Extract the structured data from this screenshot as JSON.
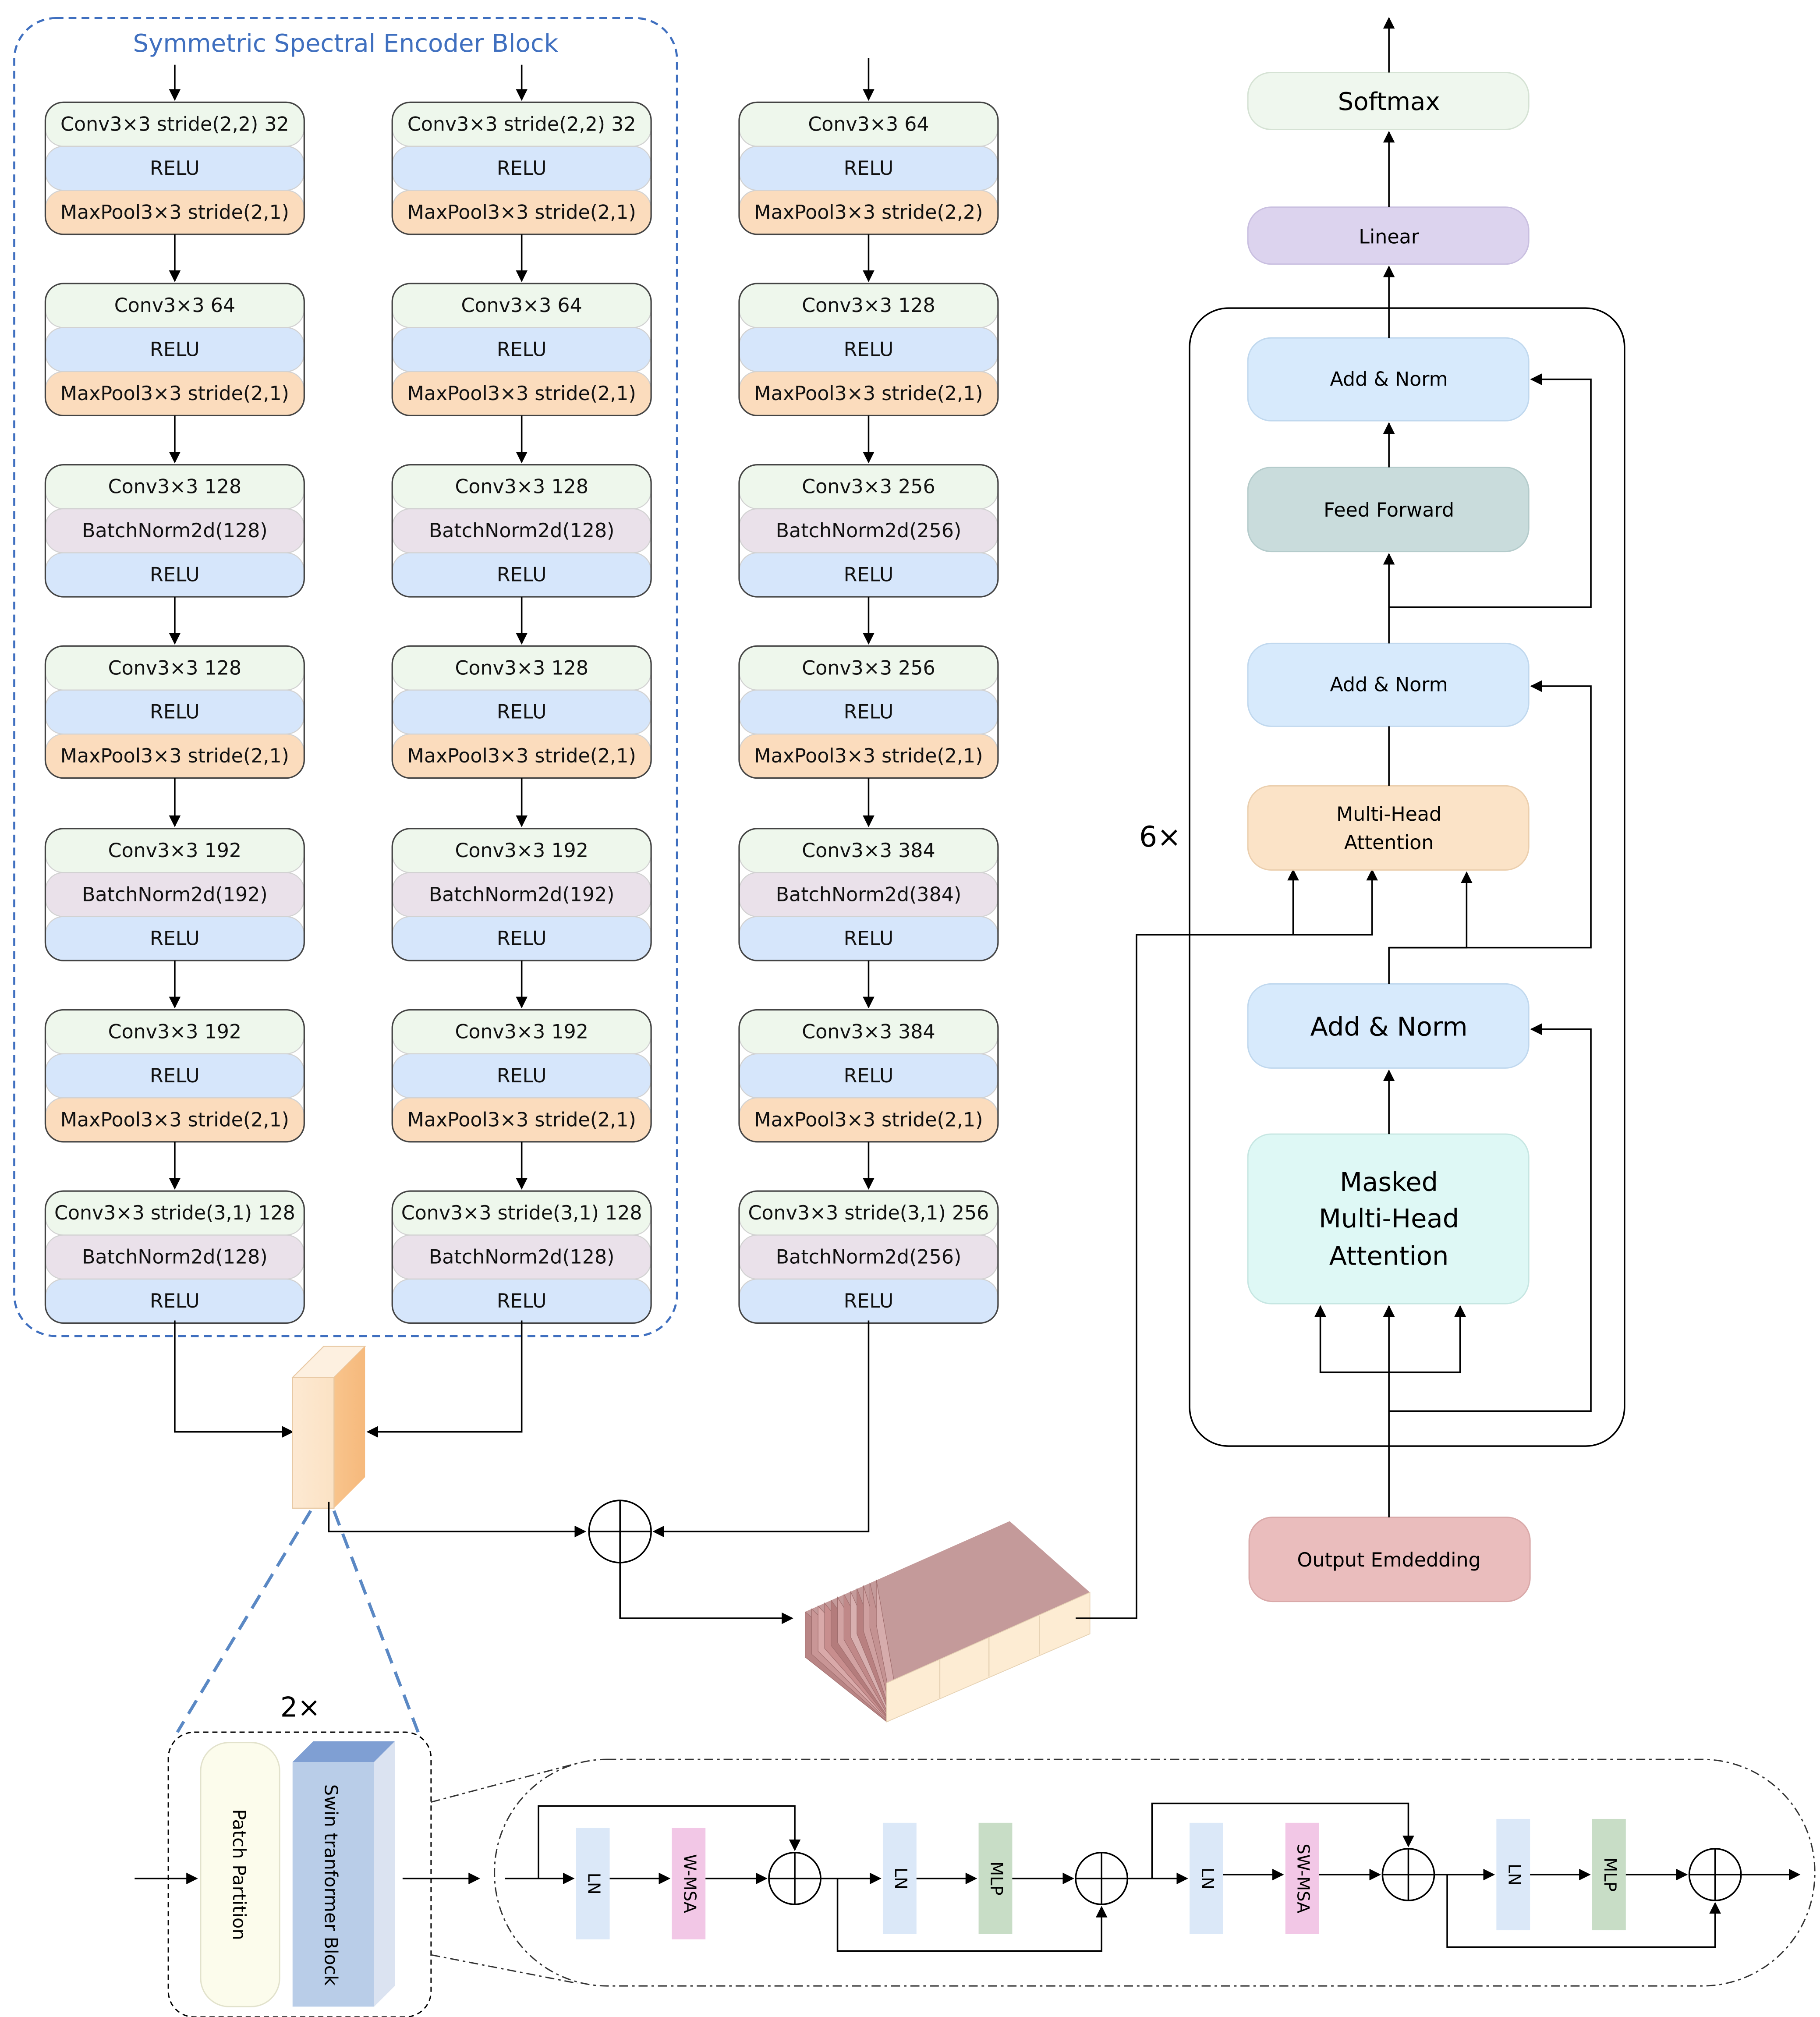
{
  "title": "Symmetric Spectral Encoder Block",
  "colors": {
    "conv": "#eef7ec",
    "relu": "#d6e6fb",
    "maxpool": "#fbdcbd",
    "batchnorm": "#eae1ea",
    "dashed_blue": "#3f6fbf",
    "softmax": "#eff7ee",
    "linear": "#dcd3ee",
    "add_norm": "#d7eafc",
    "feed_forward": "#c9dcdc",
    "mha": "#fbe3c7",
    "masked_mha": "#def8f5",
    "output_embedding": "#eabdbd",
    "ln": "#dbe8f8",
    "wmsa": "#f2c7e6",
    "mlp": "#c8ddc6",
    "patch": "#fcfcec",
    "swin": "#b9cde8"
  },
  "columns": [
    [
      [
        "Conv3×3 stride(2,2) 32",
        "RELU",
        "MaxPool3×3 stride(2,1)"
      ],
      [
        "Conv3×3 64",
        "RELU",
        "MaxPool3×3 stride(2,1)"
      ],
      [
        "Conv3×3 128",
        "BatchNorm2d(128)",
        "RELU"
      ],
      [
        "Conv3×3 128",
        "RELU",
        "MaxPool3×3 stride(2,1)"
      ],
      [
        "Conv3×3 192",
        "BatchNorm2d(192)",
        "RELU"
      ],
      [
        "Conv3×3 192",
        "RELU",
        "MaxPool3×3 stride(2,1)"
      ],
      [
        "Conv3×3 stride(3,1) 128",
        "BatchNorm2d(128)",
        "RELU"
      ]
    ],
    [
      [
        "Conv3×3 stride(2,2) 32",
        "RELU",
        "MaxPool3×3 stride(2,1)"
      ],
      [
        "Conv3×3 64",
        "RELU",
        "MaxPool3×3 stride(2,1)"
      ],
      [
        "Conv3×3 128",
        "BatchNorm2d(128)",
        "RELU"
      ],
      [
        "Conv3×3 128",
        "RELU",
        "MaxPool3×3 stride(2,1)"
      ],
      [
        "Conv3×3 192",
        "BatchNorm2d(192)",
        "RELU"
      ],
      [
        "Conv3×3 192",
        "RELU",
        "MaxPool3×3 stride(2,1)"
      ],
      [
        "Conv3×3 stride(3,1) 128",
        "BatchNorm2d(128)",
        "RELU"
      ]
    ],
    [
      [
        "Conv3×3 64",
        "RELU",
        "MaxPool3×3 stride(2,2)"
      ],
      [
        "Conv3×3 128",
        "RELU",
        "MaxPool3×3 stride(2,1)"
      ],
      [
        "Conv3×3 256",
        "BatchNorm2d(256)",
        "RELU"
      ],
      [
        "Conv3×3 256",
        "RELU",
        "MaxPool3×3 stride(2,1)"
      ],
      [
        "Conv3×3 384",
        "BatchNorm2d(384)",
        "RELU"
      ],
      [
        "Conv3×3 384",
        "RELU",
        "MaxPool3×3 stride(2,1)"
      ],
      [
        "Conv3×3 stride(3,1) 256",
        "BatchNorm2d(256)",
        "RELU"
      ]
    ]
  ],
  "decoder": {
    "softmax": "Softmax",
    "linear": "Linear",
    "add_norm_top": "Add & Norm",
    "feed_forward": "Feed Forward",
    "add_norm_mid": "Add & Norm",
    "mha_line1": "Multi-Head",
    "mha_line2": "Attention",
    "add_norm_bottom": "Add & Norm",
    "masked_line1": "Masked",
    "masked_line2": "Multi-Head",
    "masked_line3": "Attention",
    "output_embedding": "Output Emdedding",
    "repeat": "6×"
  },
  "swin": {
    "repeat": "2×",
    "patch_partition": "Patch Partition",
    "swin_block": "Swin tranformer Block",
    "ln": "LN",
    "wmsa": "W-MSA",
    "swmsa": "SW-MSA",
    "mlp": "MLP"
  }
}
